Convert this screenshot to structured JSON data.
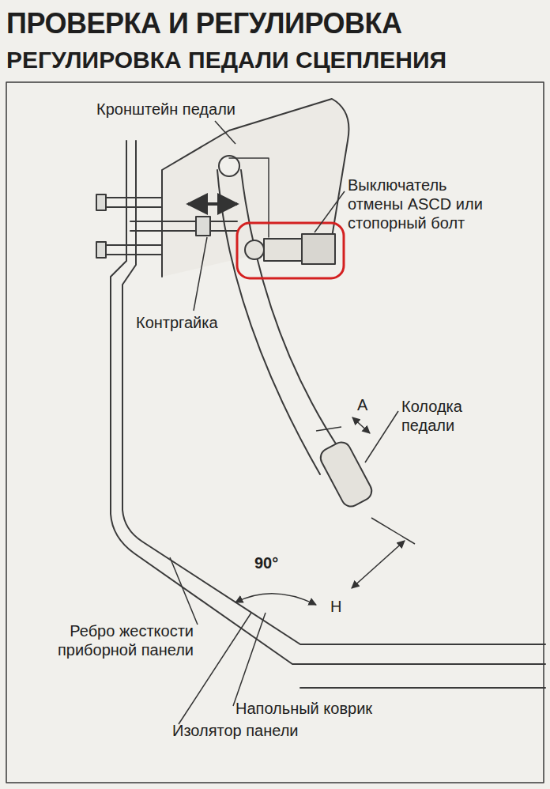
{
  "diagram": {
    "title": "ПРОВЕРКА И РЕГУЛИРОВКА",
    "labels": [
      "РЕГУЛИРОВКА ПЕДАЛИ СЦЕПЛЕНИЯ",
      "Кронштейн педали",
      "Выключатель отмены ASCD или стопорный болт",
      "Контргайка",
      "A",
      "Колодка педали",
      "90°",
      "H",
      "Ребро жесткости приборной панели",
      "Напольный коврик",
      "Изолятор панели"
    ]
  }
}
